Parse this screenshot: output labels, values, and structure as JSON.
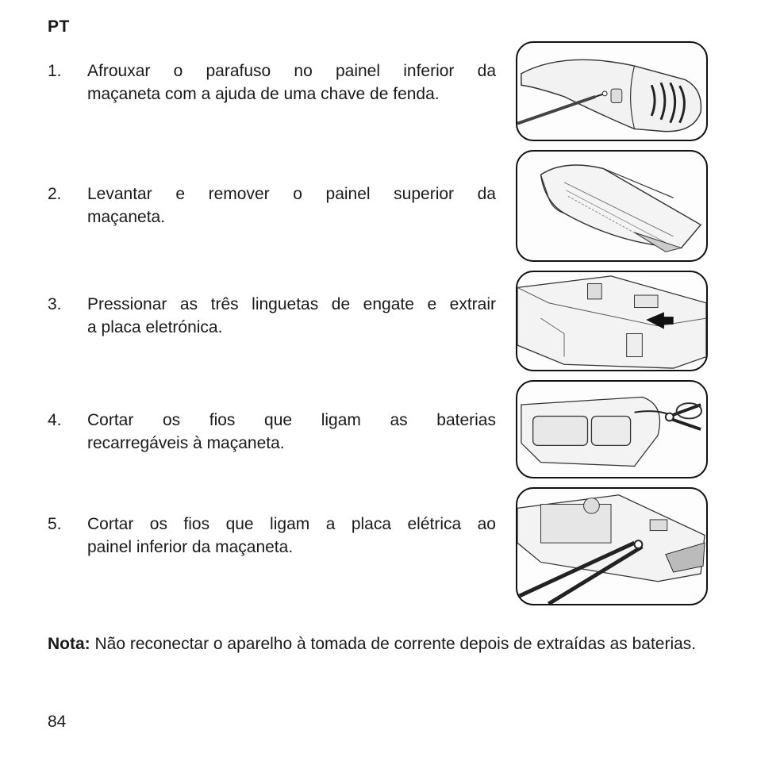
{
  "header": {
    "lang": "PT"
  },
  "steps": [
    {
      "num": "1.",
      "line1": "Afrouxar o parafuso no painel inferior da",
      "line2": "maçaneta com a ajuda de uma chave de fenda."
    },
    {
      "num": "2.",
      "line1": "Levantar e remover o painel superior da",
      "line2": "maçaneta."
    },
    {
      "num": "3.",
      "line1": "Pressionar as três linguetas de engate e extrair",
      "line2": "a placa eletrónica."
    },
    {
      "num": "4.",
      "line1": "Cortar os fios que ligam as baterias",
      "line2": "recarregáveis à maçaneta."
    },
    {
      "num": "5.",
      "line1": "Cortar os fios que ligam a placa elétrica ao",
      "line2": "painel inferior da maçaneta."
    }
  ],
  "note": {
    "label": "Nota:",
    "text": " Não reconectar o aparelho à tomada de corrente depois de extraídas as baterias."
  },
  "footer": {
    "page": "84"
  }
}
